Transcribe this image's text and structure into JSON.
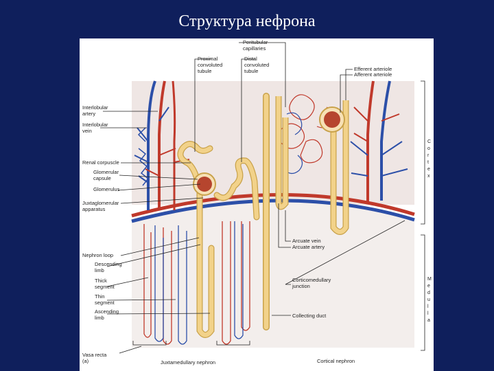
{
  "slide": {
    "title": "Структура нефрона"
  },
  "figure": {
    "labels_left": {
      "interlobular_artery": [
        "Interlobular",
        "artery"
      ],
      "interlobular_vein": [
        "Interlobular",
        "vein"
      ],
      "renal_corpuscle": "Renal corpuscle",
      "glomerular_capsule": [
        "Glomerular",
        "capsule"
      ],
      "glomerulus": "Glomerulus",
      "juxtaglomerular_apparatus": [
        "Juxtaglomerular",
        "apparatus"
      ],
      "nephron_loop": "Nephron loop",
      "descending_limb": [
        "Descending",
        "limb"
      ],
      "thick_segment": [
        "Thick",
        "segment"
      ],
      "thin_segment": [
        "Thin",
        "segment"
      ],
      "ascending_limb": [
        "Ascending",
        "limb"
      ],
      "vasa_recta": "Vasa recta",
      "panel_marker": "(a)"
    },
    "labels_top": {
      "proximal_convoluted_tubule": [
        "Proximal",
        "convoluted",
        "tubule"
      ],
      "distal_convoluted_tubule": [
        "Distal",
        "convoluted",
        "tubule"
      ],
      "peritubular_capillaries": [
        "Peritubular",
        "capillaries"
      ]
    },
    "labels_right": {
      "efferent_arteriole": "Efferent arteriole",
      "afferent_arteriole": "Afferent arteriole",
      "arcuate_vein": "Arcuate vein",
      "arcuate_artery": "Arcuate artery",
      "corticomedullary_junction": [
        "Corticomedullary",
        "junction"
      ],
      "collecting_duct": "Collecting duct"
    },
    "labels_bottom": {
      "juxtamedullary_nephron": "Juxtamedullary nephron",
      "cortical_nephron": "Cortical nephron"
    },
    "region_labels": {
      "cortex_letters": [
        "C",
        "o",
        "r",
        "t",
        "e",
        "x"
      ],
      "medulla_letters": [
        "M",
        "e",
        "d",
        "u",
        "l",
        "l",
        "a"
      ]
    },
    "colors": {
      "artery": "#c0392b",
      "vein": "#2c4fa8",
      "tubule": "#f2d28a",
      "tubule_outline": "#c9a24a",
      "cortex_bg": "#efe6e4",
      "medulla_bg": "#f3eeec"
    }
  }
}
